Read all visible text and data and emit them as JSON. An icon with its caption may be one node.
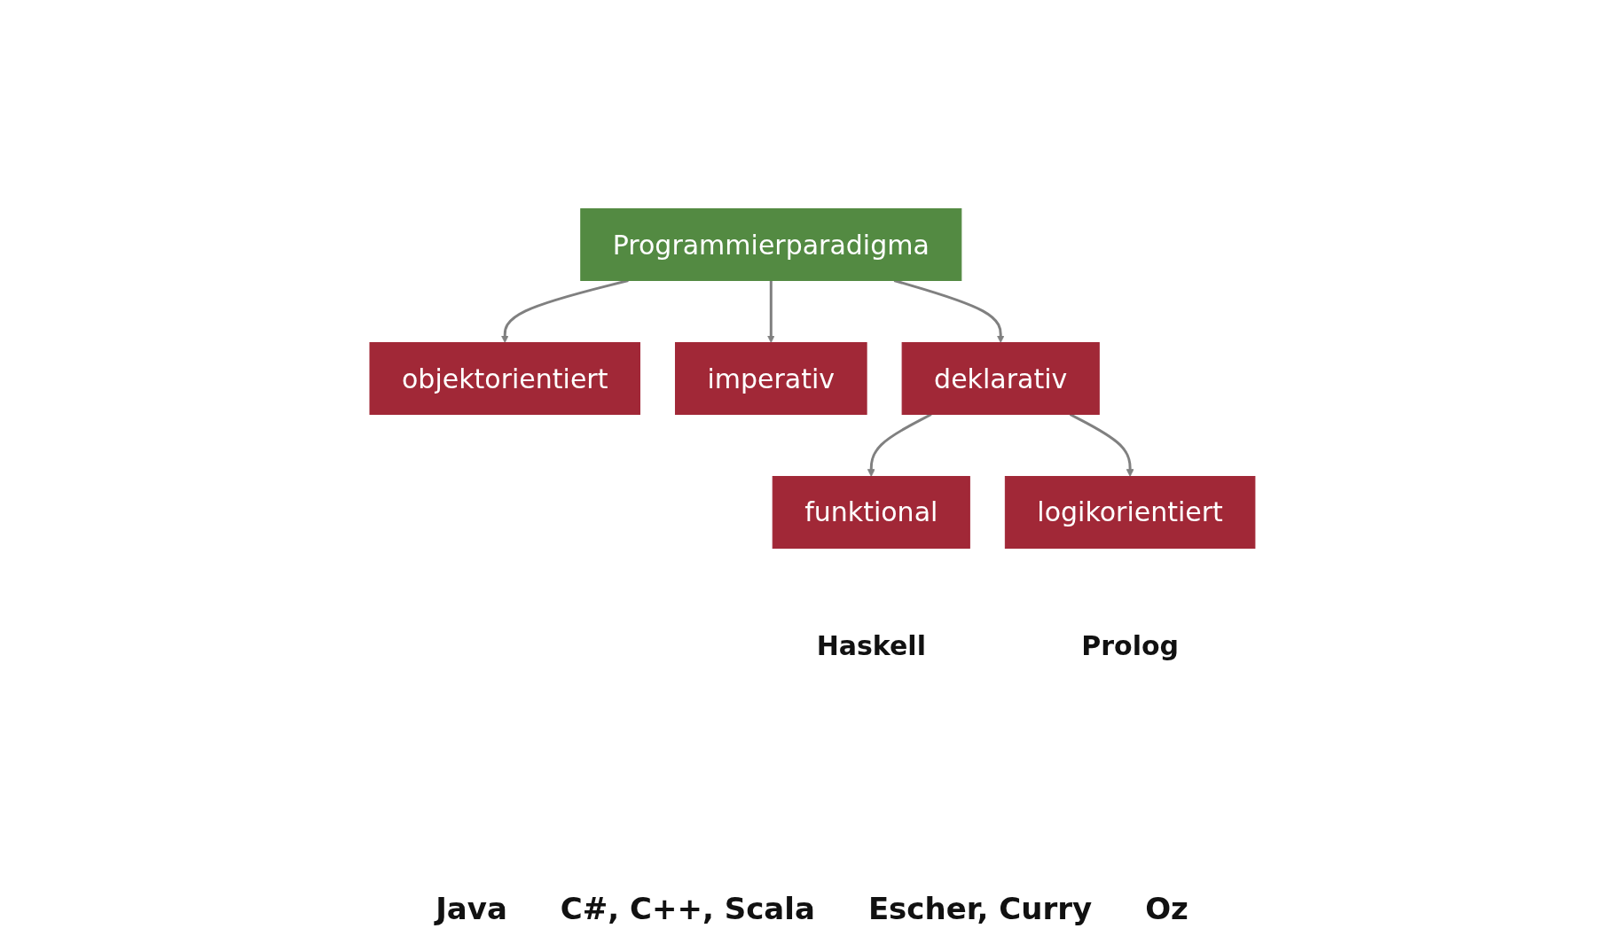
{
  "diagram": {
    "nodes": [
      {
        "text": [
          "Programmierparadigma"
        ]
      },
      {
        "text": [
          "objektorientiert"
        ]
      },
      {
        "text": [
          "imperativ"
        ]
      },
      {
        "text": [
          "deklarativ"
        ]
      },
      {
        "text": [
          "funktional"
        ],
        "beside": [
          "Haskell"
        ]
      },
      {
        "text": [
          "logikorientiert"
        ],
        "beside": [
          "Prolog"
        ]
      }
    ],
    "edges": [
      {
        "from": 0,
        "to": 1,
        "arrow": "to"
      },
      {
        "from": 0,
        "to": 2,
        "arrow": "to"
      },
      {
        "from": 0,
        "to": 3,
        "arrow": "to"
      },
      {
        "from": 3,
        "to": 4,
        "arrow": "to"
      },
      {
        "from": 3,
        "to": 5,
        "arrow": "to"
      }
    ],
    "labels": [
      "Java",
      "C#, C++, Scala",
      "Escher, Curry",
      "Oz"
    ]
  }
}
